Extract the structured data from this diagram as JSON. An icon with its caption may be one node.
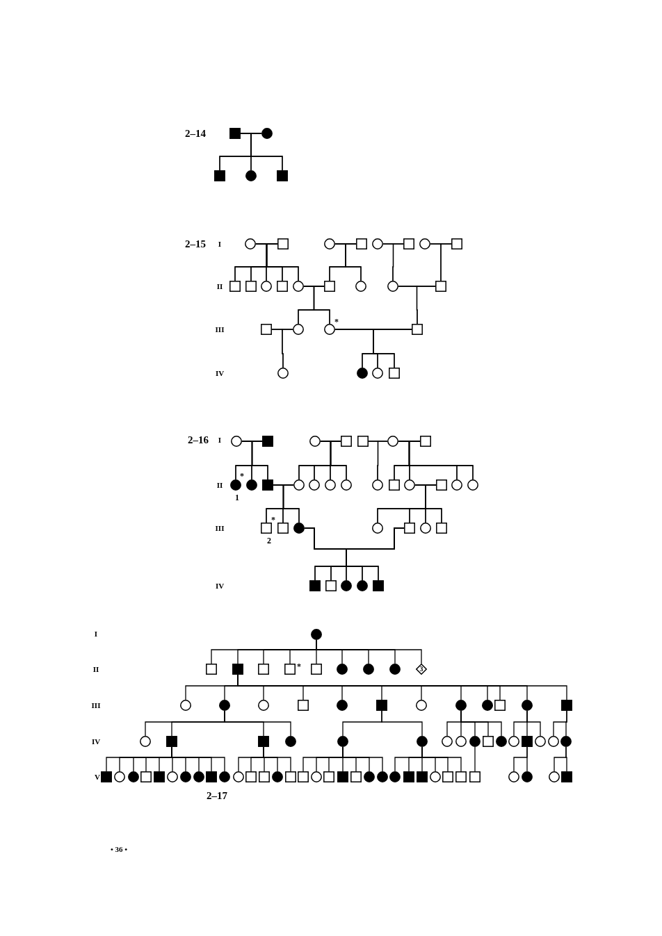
{
  "diagram": {
    "nodes": [
      {
        "text": [],
        "shape": "filled-box"
      },
      {
        "text": [],
        "shape": "filled-circle"
      },
      {
        "text": [],
        "shape": "filled-box"
      },
      {
        "text": [],
        "shape": "filled-circle"
      },
      {
        "text": [],
        "shape": "filled-box"
      },
      {
        "text": [],
        "shape": "circle"
      },
      {
        "text": [],
        "shape": "box"
      },
      {
        "text": [],
        "shape": "circle"
      },
      {
        "text": [],
        "shape": "box"
      },
      {
        "text": [],
        "shape": "circle"
      },
      {
        "text": [],
        "shape": "box"
      },
      {
        "text": [],
        "shape": "circle"
      },
      {
        "text": [],
        "shape": "box"
      },
      {
        "text": [],
        "shape": "box"
      },
      {
        "text": [],
        "shape": "box"
      },
      {
        "text": [],
        "shape": "circle"
      },
      {
        "text": [],
        "shape": "box"
      },
      {
        "text": [],
        "shape": "circle"
      },
      {
        "text": [],
        "shape": "box"
      },
      {
        "text": [],
        "shape": "circle"
      },
      {
        "text": [],
        "shape": "circle"
      },
      {
        "text": [],
        "shape": "box"
      },
      {
        "text": [],
        "shape": "box"
      },
      {
        "text": [],
        "shape": "circle"
      },
      {
        "text": [],
        "shape": "circle",
        "beside": [
          "*"
        ]
      },
      {
        "text": [],
        "shape": "box"
      },
      {
        "text": [],
        "shape": "circle"
      },
      {
        "text": [],
        "shape": "filled-circle"
      },
      {
        "text": [],
        "shape": "circle"
      },
      {
        "text": [],
        "shape": "box"
      },
      {
        "text": [],
        "shape": "circle"
      },
      {
        "text": [],
        "shape": "filled-box"
      },
      {
        "text": [],
        "shape": "circle"
      },
      {
        "text": [],
        "shape": "box"
      },
      {
        "text": [],
        "shape": "box"
      },
      {
        "text": [],
        "shape": "circle"
      },
      {
        "text": [],
        "shape": "box"
      },
      {
        "text": [],
        "shape": "filled-circle",
        "beside": [
          "*",
          "1"
        ]
      },
      {
        "text": [],
        "shape": "filled-circle"
      },
      {
        "text": [],
        "shape": "filled-box"
      },
      {
        "text": [],
        "shape": "circle"
      },
      {
        "text": [],
        "shape": "circle"
      },
      {
        "text": [],
        "shape": "circle"
      },
      {
        "text": [],
        "shape": "circle"
      },
      {
        "text": [],
        "shape": "circle"
      },
      {
        "text": [],
        "shape": "box"
      },
      {
        "text": [],
        "shape": "circle"
      },
      {
        "text": [],
        "shape": "box"
      },
      {
        "text": [],
        "shape": "circle"
      },
      {
        "text": [],
        "shape": "circle"
      },
      {
        "text": [],
        "shape": "box",
        "beside": [
          "*",
          "2"
        ]
      },
      {
        "text": [],
        "shape": "box"
      },
      {
        "text": [],
        "shape": "filled-circle"
      },
      {
        "text": [],
        "shape": "circle"
      },
      {
        "text": [],
        "shape": "box"
      },
      {
        "text": [],
        "shape": "circle"
      },
      {
        "text": [],
        "shape": "box"
      },
      {
        "text": [],
        "shape": "filled-box"
      },
      {
        "text": [],
        "shape": "box"
      },
      {
        "text": [],
        "shape": "filled-circle"
      },
      {
        "text": [],
        "shape": "filled-circle"
      },
      {
        "text": [],
        "shape": "filled-box"
      },
      {
        "text": [],
        "shape": "filled-circle"
      },
      {
        "text": [],
        "shape": "box"
      },
      {
        "text": [],
        "shape": "filled-box"
      },
      {
        "text": [],
        "shape": "box"
      },
      {
        "text": [],
        "shape": "box",
        "beside": [
          "*"
        ]
      },
      {
        "text": [],
        "shape": "box"
      },
      {
        "text": [],
        "shape": "filled-circle"
      },
      {
        "text": [],
        "shape": "filled-circle"
      },
      {
        "text": [],
        "shape": "filled-circle"
      },
      {
        "text": [
          "3"
        ]
      },
      {
        "text": [],
        "shape": "circle"
      },
      {
        "text": [],
        "shape": "filled-circle"
      },
      {
        "text": [],
        "shape": "circle"
      },
      {
        "text": [],
        "shape": "box"
      },
      {
        "text": [],
        "shape": "filled-circle"
      },
      {
        "text": [],
        "shape": "filled-box"
      },
      {
        "text": [],
        "shape": "circle"
      },
      {
        "text": [],
        "shape": "filled-circle"
      },
      {
        "text": [],
        "shape": "filled-circle"
      },
      {
        "text": [],
        "shape": "box"
      },
      {
        "text": [],
        "shape": "filled-circle"
      },
      {
        "text": [],
        "shape": "filled-box"
      },
      {
        "text": [],
        "shape": "circle"
      },
      {
        "text": [],
        "shape": "filled-box"
      },
      {
        "text": [],
        "shape": "filled-box"
      },
      {
        "text": [],
        "shape": "filled-circle"
      },
      {
        "text": [],
        "shape": "filled-circle"
      },
      {
        "text": [],
        "shape": "filled-circle"
      },
      {
        "text": [],
        "shape": "circle"
      },
      {
        "text": [],
        "shape": "circle"
      },
      {
        "text": [],
        "shape": "filled-circle"
      },
      {
        "text": [],
        "shape": "box"
      },
      {
        "text": [],
        "shape": "filled-circle"
      },
      {
        "text": [],
        "shape": "circle"
      },
      {
        "text": [],
        "shape": "filled-box"
      },
      {
        "text": [],
        "shape": "circle"
      },
      {
        "text": [],
        "shape": "circle"
      },
      {
        "text": [],
        "shape": "filled-circle"
      },
      {
        "text": [],
        "shape": "filled-box"
      },
      {
        "text": [],
        "shape": "circle"
      },
      {
        "text": [],
        "shape": "filled-circle"
      },
      {
        "text": [],
        "shape": "box"
      },
      {
        "text": [],
        "shape": "filled-box"
      },
      {
        "text": [],
        "shape": "circle"
      },
      {
        "text": [],
        "shape": "filled-circle"
      },
      {
        "text": [],
        "shape": "filled-circle"
      },
      {
        "text": [],
        "shape": "filled-box"
      },
      {
        "text": [],
        "shape": "filled-circle"
      },
      {
        "text": [],
        "shape": "circle"
      },
      {
        "text": [],
        "shape": "box"
      },
      {
        "text": [],
        "shape": "box"
      },
      {
        "text": [],
        "shape": "filled-circle"
      },
      {
        "text": [],
        "shape": "box"
      },
      {
        "text": [],
        "shape": "box"
      },
      {
        "text": [],
        "shape": "circle"
      },
      {
        "text": [],
        "shape": "box"
      },
      {
        "text": [],
        "shape": "filled-box"
      },
      {
        "text": [],
        "shape": "box"
      },
      {
        "text": [],
        "shape": "filled-circle"
      },
      {
        "text": [],
        "shape": "filled-circle"
      },
      {
        "text": [],
        "shape": "filled-circle"
      },
      {
        "text": [],
        "shape": "filled-box"
      },
      {
        "text": [],
        "shape": "filled-box"
      },
      {
        "text": [],
        "shape": "circle"
      },
      {
        "text": [],
        "shape": "box"
      },
      {
        "text": [],
        "shape": "box"
      },
      {
        "text": [],
        "shape": "box"
      },
      {
        "text": [],
        "shape": "circle"
      },
      {
        "text": [],
        "shape": "filled-circle"
      },
      {
        "text": [],
        "shape": "circle"
      },
      {
        "text": [],
        "shape": "filled-box"
      }
    ],
    "edges": [
      {
        "from": 0,
        "to": 1,
        "arrow": "none"
      },
      {
        "from": 0,
        "to": 2,
        "arrow": "none"
      },
      {
        "from": 1,
        "to": 2,
        "arrow": "none"
      },
      {
        "from": 0,
        "to": 3,
        "arrow": "none"
      },
      {
        "from": 1,
        "to": 3,
        "arrow": "none"
      },
      {
        "from": 0,
        "to": 4,
        "arrow": "none"
      },
      {
        "from": 1,
        "to": 4,
        "arrow": "none"
      },
      {
        "from": 5,
        "to": 6,
        "arrow": "none"
      },
      {
        "from": 7,
        "to": 8,
        "arrow": "none"
      },
      {
        "from": 9,
        "to": 10,
        "arrow": "none"
      },
      {
        "from": 11,
        "to": 12,
        "arrow": "none"
      },
      {
        "from": 5,
        "to": 13,
        "arrow": "none"
      },
      {
        "from": 6,
        "to": 13,
        "arrow": "none"
      },
      {
        "from": 5,
        "to": 14,
        "arrow": "none"
      },
      {
        "from": 6,
        "to": 14,
        "arrow": "none"
      },
      {
        "from": 5,
        "to": 15,
        "arrow": "none"
      },
      {
        "from": 6,
        "to": 15,
        "arrow": "none"
      },
      {
        "from": 5,
        "to": 16,
        "arrow": "none"
      },
      {
        "from": 6,
        "to": 16,
        "arrow": "none"
      },
      {
        "from": 5,
        "to": 17,
        "arrow": "none"
      },
      {
        "from": 6,
        "to": 17,
        "arrow": "none"
      },
      {
        "from": 7,
        "to": 18,
        "arrow": "none"
      },
      {
        "from": 8,
        "to": 18,
        "arrow": "none"
      },
      {
        "from": 7,
        "to": 19,
        "arrow": "none"
      },
      {
        "from": 8,
        "to": 19,
        "arrow": "none"
      },
      {
        "from": 9,
        "to": 20,
        "arrow": "none"
      },
      {
        "from": 10,
        "to": 20,
        "arrow": "none"
      },
      {
        "from": 11,
        "to": 21,
        "arrow": "none"
      },
      {
        "from": 12,
        "to": 21,
        "arrow": "none"
      },
      {
        "from": 17,
        "to": 18,
        "arrow": "none"
      },
      {
        "from": 20,
        "to": 21,
        "arrow": "none"
      },
      {
        "from": 17,
        "to": 23,
        "arrow": "none"
      },
      {
        "from": 18,
        "to": 23,
        "arrow": "none"
      },
      {
        "from": 17,
        "to": 24,
        "arrow": "none"
      },
      {
        "from": 18,
        "to": 24,
        "arrow": "none"
      },
      {
        "from": 20,
        "to": 25,
        "arrow": "none"
      },
      {
        "from": 21,
        "to": 25,
        "arrow": "none"
      },
      {
        "from": 22,
        "to": 23,
        "arrow": "none"
      },
      {
        "from": 24,
        "to": 25,
        "arrow": "none"
      },
      {
        "from": 22,
        "to": 26,
        "arrow": "none"
      },
      {
        "from": 23,
        "to": 26,
        "arrow": "none"
      },
      {
        "from": 24,
        "to": 27,
        "arrow": "none"
      },
      {
        "from": 25,
        "to": 27,
        "arrow": "none"
      },
      {
        "from": 24,
        "to": 28,
        "arrow": "none"
      },
      {
        "from": 25,
        "to": 28,
        "arrow": "none"
      },
      {
        "from": 24,
        "to": 29,
        "arrow": "none"
      },
      {
        "from": 25,
        "to": 29,
        "arrow": "none"
      },
      {
        "from": 30,
        "to": 31,
        "arrow": "none"
      },
      {
        "from": 32,
        "to": 33,
        "arrow": "none"
      },
      {
        "from": 34,
        "to": 35,
        "arrow": "none"
      },
      {
        "from": 35,
        "to": 36,
        "arrow": "none"
      },
      {
        "from": 30,
        "to": 37,
        "arrow": "none"
      },
      {
        "from": 31,
        "to": 37,
        "arrow": "none"
      },
      {
        "from": 30,
        "to": 38,
        "arrow": "none"
      },
      {
        "from": 31,
        "to": 38,
        "arrow": "none"
      },
      {
        "from": 30,
        "to": 39,
        "arrow": "none"
      },
      {
        "from": 31,
        "to": 39,
        "arrow": "none"
      },
      {
        "from": 32,
        "to": 40,
        "arrow": "none"
      },
      {
        "from": 33,
        "to": 40,
        "arrow": "none"
      },
      {
        "from": 32,
        "to": 41,
        "arrow": "none"
      },
      {
        "from": 33,
        "to": 41,
        "arrow": "none"
      },
      {
        "from": 32,
        "to": 42,
        "arrow": "none"
      },
      {
        "from": 33,
        "to": 42,
        "arrow": "none"
      },
      {
        "from": 32,
        "to": 43,
        "arrow": "none"
      },
      {
        "from": 33,
        "to": 43,
        "arrow": "none"
      },
      {
        "from": 34,
        "to": 44,
        "arrow": "none"
      },
      {
        "from": 35,
        "to": 44,
        "arrow": "none"
      },
      {
        "from": 35,
        "to": 45,
        "arrow": "none"
      },
      {
        "from": 36,
        "to": 45,
        "arrow": "none"
      },
      {
        "from": 35,
        "to": 46,
        "arrow": "none"
      },
      {
        "from": 36,
        "to": 46,
        "arrow": "none"
      },
      {
        "from": 35,
        "to": 48,
        "arrow": "none"
      },
      {
        "from": 36,
        "to": 48,
        "arrow": "none"
      },
      {
        "from": 35,
        "to": 49,
        "arrow": "none"
      },
      {
        "from": 36,
        "to": 49,
        "arrow": "none"
      },
      {
        "from": 39,
        "to": 40,
        "arrow": "none"
      },
      {
        "from": 46,
        "to": 47,
        "arrow": "none"
      },
      {
        "from": 39,
        "to": 50,
        "arrow": "none"
      },
      {
        "from": 40,
        "to": 50,
        "arrow": "none"
      },
      {
        "from": 39,
        "to": 51,
        "arrow": "none"
      },
      {
        "from": 40,
        "to": 51,
        "arrow": "none"
      },
      {
        "from": 39,
        "to": 52,
        "arrow": "none"
      },
      {
        "from": 40,
        "to": 52,
        "arrow": "none"
      },
      {
        "from": 46,
        "to": 53,
        "arrow": "none"
      },
      {
        "from": 47,
        "to": 53,
        "arrow": "none"
      },
      {
        "from": 46,
        "to": 54,
        "arrow": "none"
      },
      {
        "from": 47,
        "to": 54,
        "arrow": "none"
      },
      {
        "from": 46,
        "to": 55,
        "arrow": "none"
      },
      {
        "from": 47,
        "to": 55,
        "arrow": "none"
      },
      {
        "from": 46,
        "to": 56,
        "arrow": "none"
      },
      {
        "from": 47,
        "to": 56,
        "arrow": "none"
      },
      {
        "from": 52,
        "to": 54,
        "arrow": "none"
      },
      {
        "from": 52,
        "to": 57,
        "arrow": "none"
      },
      {
        "from": 54,
        "to": 57,
        "arrow": "none"
      },
      {
        "from": 52,
        "to": 58,
        "arrow": "none"
      },
      {
        "from": 54,
        "to": 58,
        "arrow": "none"
      },
      {
        "from": 52,
        "to": 59,
        "arrow": "none"
      },
      {
        "from": 54,
        "to": 59,
        "arrow": "none"
      },
      {
        "from": 52,
        "to": 60,
        "arrow": "none"
      },
      {
        "from": 54,
        "to": 60,
        "arrow": "none"
      },
      {
        "from": 52,
        "to": 61,
        "arrow": "none"
      },
      {
        "from": 54,
        "to": 61,
        "arrow": "none"
      },
      {
        "from": 62,
        "to": 63,
        "arrow": "none"
      },
      {
        "from": 62,
        "to": 64,
        "arrow": "none"
      },
      {
        "from": 62,
        "to": 65,
        "arrow": "none"
      },
      {
        "from": 62,
        "to": 66,
        "arrow": "none"
      },
      {
        "from": 62,
        "to": 67,
        "arrow": "none"
      },
      {
        "from": 62,
        "to": 68,
        "arrow": "none"
      },
      {
        "from": 62,
        "to": 69,
        "arrow": "none"
      },
      {
        "from": 62,
        "to": 70,
        "arrow": "none"
      },
      {
        "from": 62,
        "to": 71,
        "arrow": "none"
      },
      {
        "from": 64,
        "to": 72,
        "arrow": "none"
      },
      {
        "from": 64,
        "to": 73,
        "arrow": "none"
      },
      {
        "from": 64,
        "to": 74,
        "arrow": "none"
      },
      {
        "from": 64,
        "to": 75,
        "arrow": "none"
      },
      {
        "from": 64,
        "to": 76,
        "arrow": "none"
      },
      {
        "from": 64,
        "to": 77,
        "arrow": "none"
      },
      {
        "from": 64,
        "to": 78,
        "arrow": "none"
      },
      {
        "from": 64,
        "to": 79,
        "arrow": "none"
      },
      {
        "from": 64,
        "to": 80,
        "arrow": "none"
      },
      {
        "from": 64,
        "to": 81,
        "arrow": "none"
      },
      {
        "from": 64,
        "to": 82,
        "arrow": "none"
      },
      {
        "from": 64,
        "to": 83,
        "arrow": "none"
      },
      {
        "from": 73,
        "to": 84,
        "arrow": "none"
      },
      {
        "from": 73,
        "to": 85,
        "arrow": "none"
      },
      {
        "from": 73,
        "to": 86,
        "arrow": "none"
      },
      {
        "from": 73,
        "to": 87,
        "arrow": "none"
      },
      {
        "from": 77,
        "to": 88,
        "arrow": "none"
      },
      {
        "from": 77,
        "to": 89,
        "arrow": "none"
      },
      {
        "from": 79,
        "to": 90,
        "arrow": "none"
      },
      {
        "from": 79,
        "to": 91,
        "arrow": "none"
      },
      {
        "from": 79,
        "to": 92,
        "arrow": "none"
      },
      {
        "from": 79,
        "to": 93,
        "arrow": "none"
      },
      {
        "from": 79,
        "to": 94,
        "arrow": "none"
      },
      {
        "from": 82,
        "to": 95,
        "arrow": "none"
      },
      {
        "from": 82,
        "to": 96,
        "arrow": "none"
      },
      {
        "from": 82,
        "to": 97,
        "arrow": "none"
      },
      {
        "from": 83,
        "to": 98,
        "arrow": "none"
      },
      {
        "from": 83,
        "to": 99,
        "arrow": "none"
      },
      {
        "from": 85,
        "to": 100,
        "arrow": "none"
      },
      {
        "from": 85,
        "to": 101,
        "arrow": "none"
      },
      {
        "from": 85,
        "to": 102,
        "arrow": "none"
      },
      {
        "from": 85,
        "to": 103,
        "arrow": "none"
      },
      {
        "from": 85,
        "to": 104,
        "arrow": "none"
      },
      {
        "from": 85,
        "to": 105,
        "arrow": "none"
      },
      {
        "from": 85,
        "to": 106,
        "arrow": "none"
      },
      {
        "from": 85,
        "to": 107,
        "arrow": "none"
      },
      {
        "from": 85,
        "to": 108,
        "arrow": "none"
      },
      {
        "from": 85,
        "to": 109,
        "arrow": "none"
      },
      {
        "from": 86,
        "to": 110,
        "arrow": "none"
      },
      {
        "from": 86,
        "to": 111,
        "arrow": "none"
      },
      {
        "from": 86,
        "to": 112,
        "arrow": "none"
      },
      {
        "from": 86,
        "to": 113,
        "arrow": "none"
      },
      {
        "from": 86,
        "to": 114,
        "arrow": "none"
      },
      {
        "from": 88,
        "to": 115,
        "arrow": "none"
      },
      {
        "from": 88,
        "to": 116,
        "arrow": "none"
      },
      {
        "from": 88,
        "to": 117,
        "arrow": "none"
      },
      {
        "from": 88,
        "to": 118,
        "arrow": "none"
      },
      {
        "from": 88,
        "to": 119,
        "arrow": "none"
      },
      {
        "from": 88,
        "to": 120,
        "arrow": "none"
      },
      {
        "from": 88,
        "to": 121,
        "arrow": "none"
      },
      {
        "from": 89,
        "to": 122,
        "arrow": "none"
      },
      {
        "from": 89,
        "to": 123,
        "arrow": "none"
      },
      {
        "from": 89,
        "to": 124,
        "arrow": "none"
      },
      {
        "from": 89,
        "to": 125,
        "arrow": "none"
      },
      {
        "from": 89,
        "to": 126,
        "arrow": "none"
      },
      {
        "from": 89,
        "to": 127,
        "arrow": "none"
      },
      {
        "from": 92,
        "to": 128,
        "arrow": "none"
      },
      {
        "from": 96,
        "to": 129,
        "arrow": "none"
      },
      {
        "from": 96,
        "to": 130,
        "arrow": "none"
      },
      {
        "from": 99,
        "to": 131,
        "arrow": "none"
      },
      {
        "from": 99,
        "to": 132,
        "arrow": "none"
      }
    ],
    "labels": [
      "2–14",
      "2–15",
      "I",
      "II",
      "III",
      "IV",
      "2–16",
      "I",
      "II",
      "III",
      "IV",
      "I",
      "II",
      "III",
      "IV",
      "V",
      "2–17",
      "• 36 •"
    ]
  }
}
